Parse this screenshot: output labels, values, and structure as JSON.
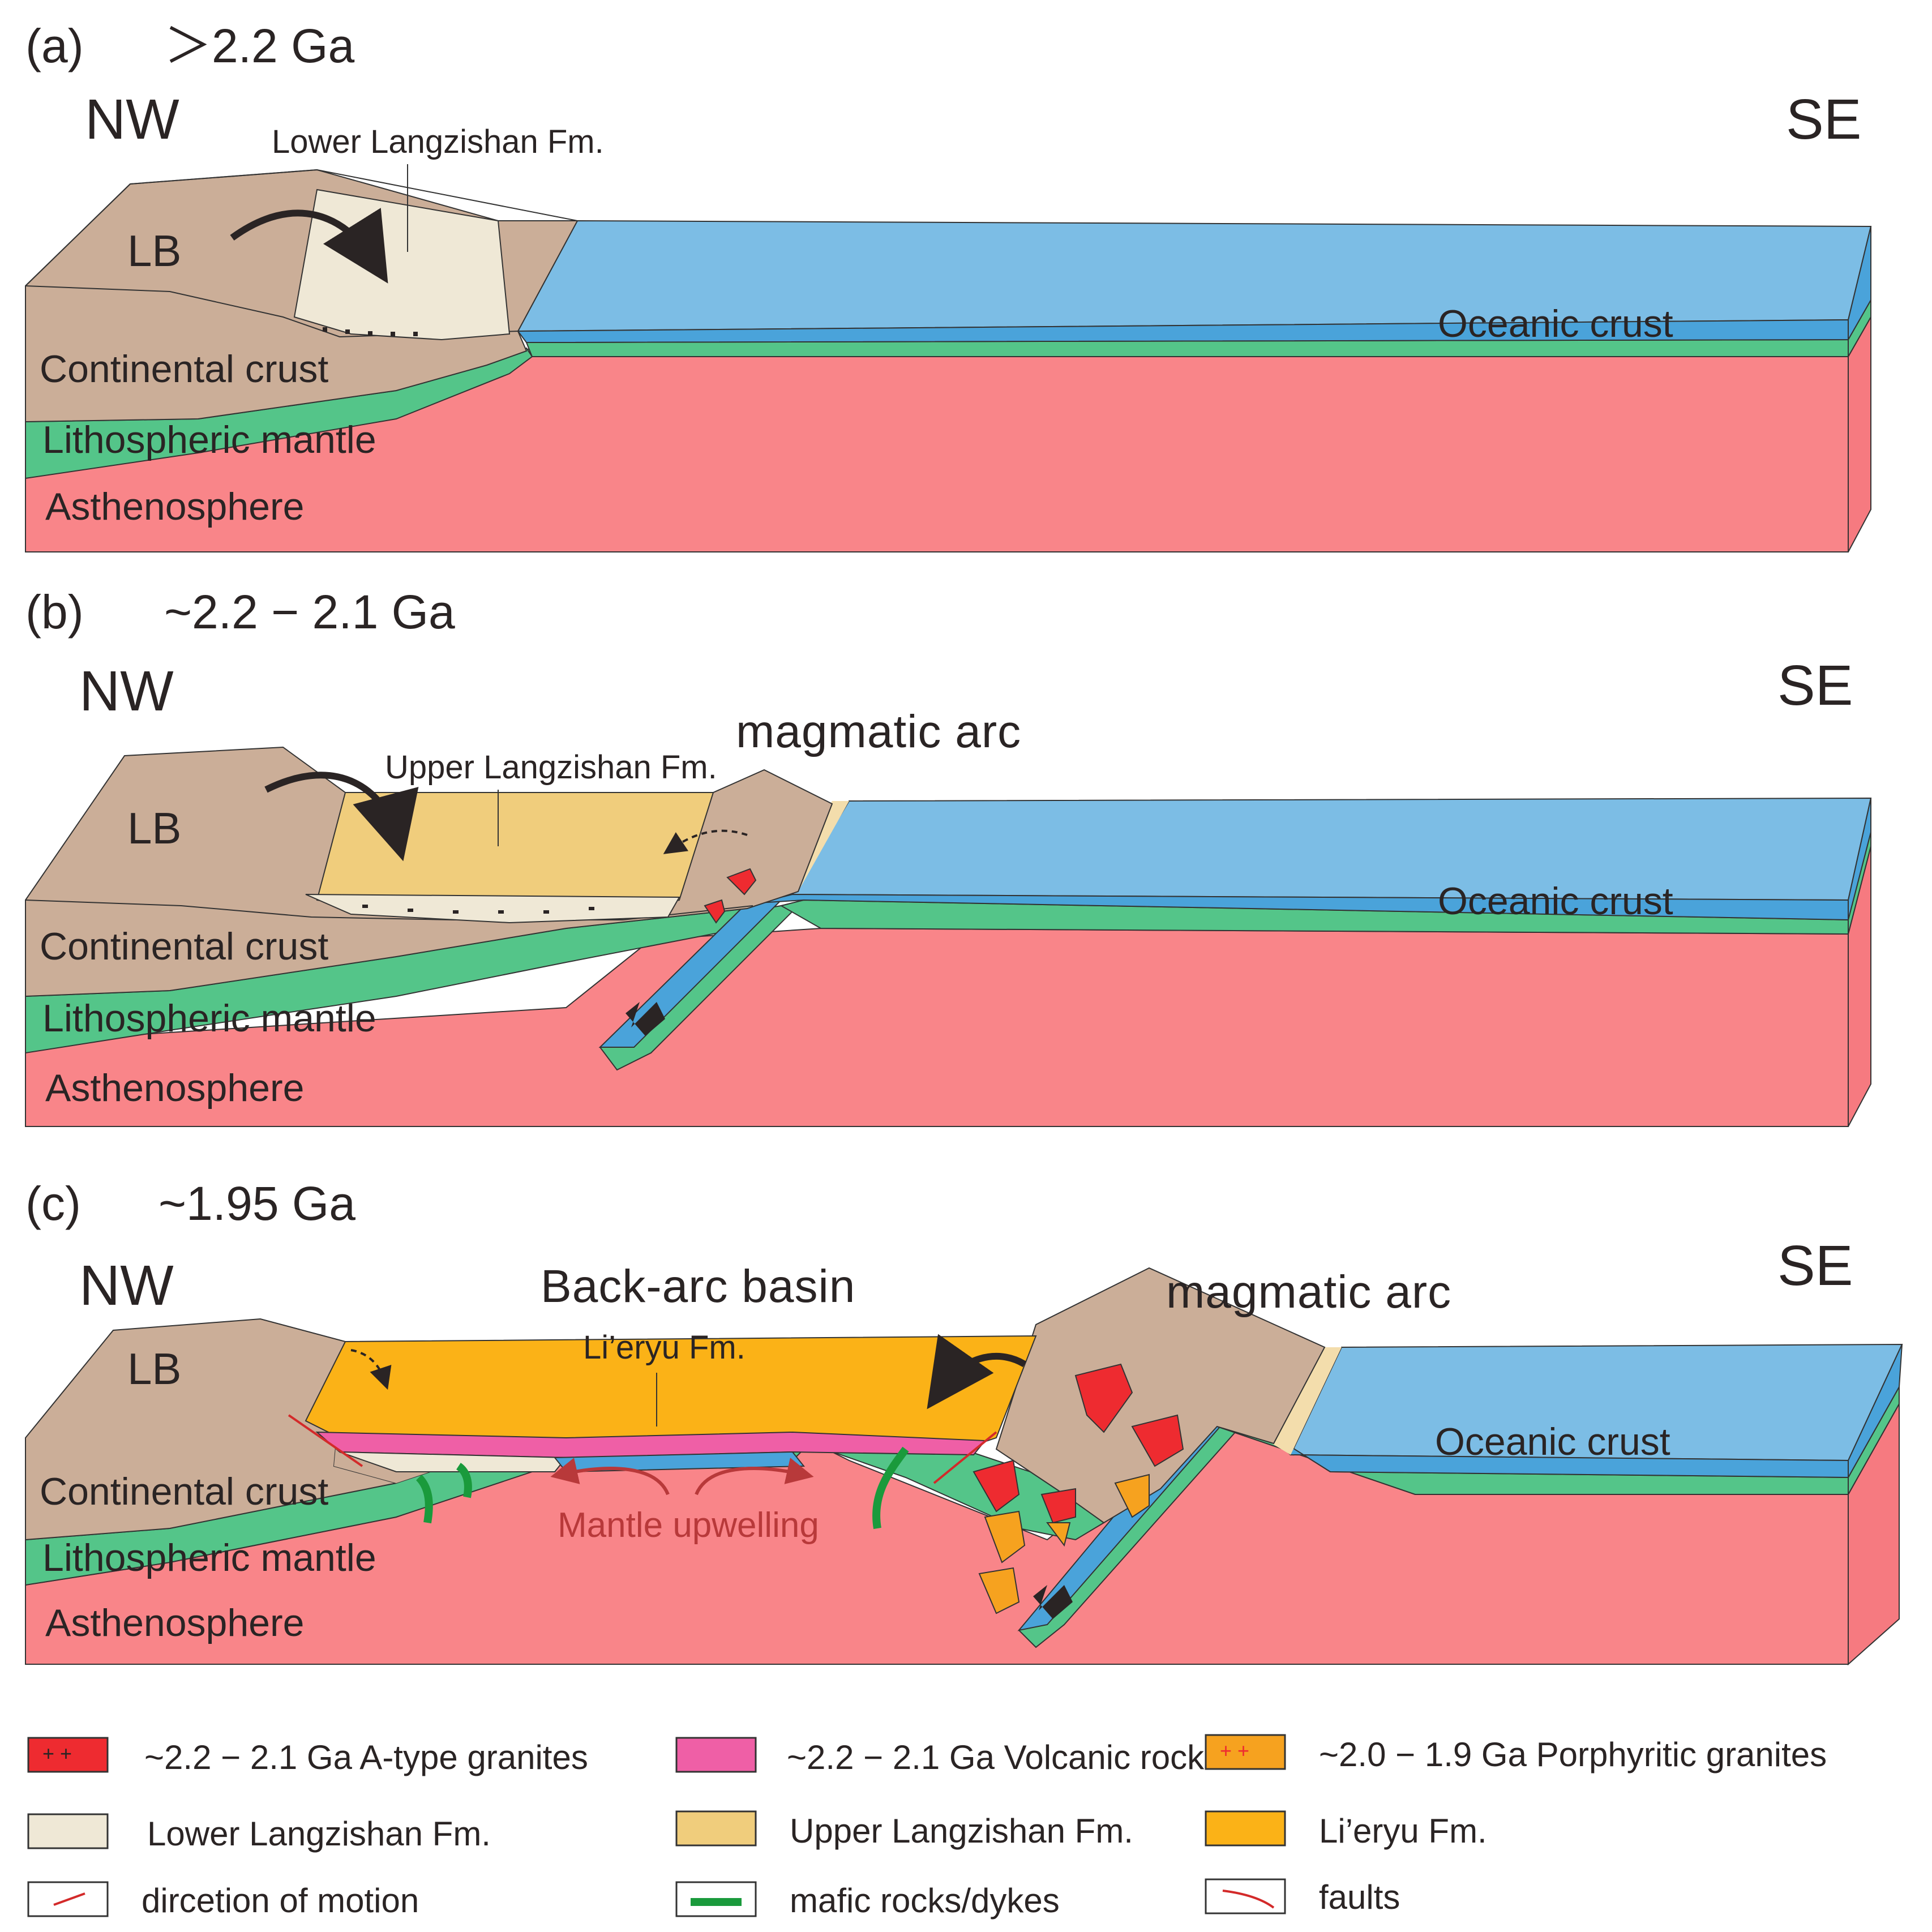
{
  "panels": [
    {
      "tag": "(a)",
      "age": "＞2.2 Ga",
      "nw": "NW",
      "se": "SE",
      "lb": "LB",
      "formation": "Lower Langzishan Fm.",
      "oceanic": "Oceanic crust",
      "continental": "Continental crust",
      "litho": "Lithospheric mantle",
      "astheno": "Asthenosphere"
    },
    {
      "tag": "(b)",
      "age": "~2.2 − 2.1 Ga",
      "nw": "NW",
      "se": "SE",
      "lb": "LB",
      "formation": "Upper Langzishan Fm.",
      "arc": "magmatic arc",
      "oceanic": "Oceanic crust",
      "continental": "Continental crust",
      "litho": "Lithospheric mantle",
      "astheno": "Asthenosphere"
    },
    {
      "tag": "(c)",
      "age": "~1.95 Ga",
      "nw": "NW",
      "se": "SE",
      "lb": "LB",
      "basin": "Back-arc basin",
      "formation": "Li’eryu Fm.",
      "arc": "magmatic arc",
      "upwelling": "Mantle upwelling",
      "oceanic": "Oceanic crust",
      "continental": "Continental crust",
      "litho": "Lithospheric mantle",
      "astheno": "Asthenosphere"
    }
  ],
  "legend": [
    {
      "label": "~2.2 − 2.1 Ga A-type granites",
      "swatch": "#ee2b30"
    },
    {
      "label": "~2.2 − 2.1 Ga Volcanic rocks",
      "swatch": "#ef5fa6"
    },
    {
      "label": "~2.0 − 1.9 Ga Porphyritic granites",
      "swatch": "#f6a21f"
    },
    {
      "label": "Lower Langzishan Fm.",
      "swatch": "#efe8d6"
    },
    {
      "label": "Upper Langzishan Fm.",
      "swatch": "#f0cd7c"
    },
    {
      "label": "Li’eryu Fm.",
      "swatch": "#fbb217"
    },
    {
      "label": "dircetion of motion",
      "swatch": "#ffffff"
    },
    {
      "label": "mafic rocks/dykes",
      "swatch": "#1a9a3c"
    },
    {
      "label": "faults",
      "swatch": "#ffffff"
    }
  ],
  "colors": {
    "ocean": "#7cbde5",
    "ocean_edge": "#4aa3da",
    "crust": "#cbae98",
    "litho": "#54c589",
    "astheno": "#f98589",
    "astheno_side": "#f67a80"
  }
}
